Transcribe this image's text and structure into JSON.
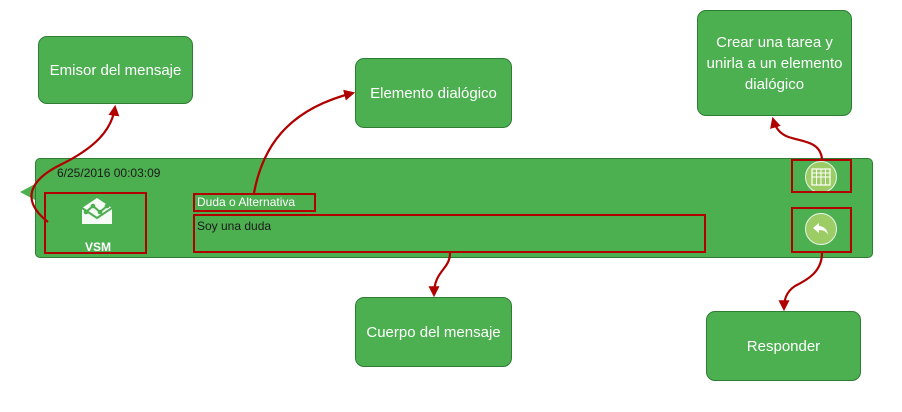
{
  "callouts": {
    "emisor": "Emisor del mensaje",
    "elemento": "Elemento dialógico",
    "crear": "Crear una tarea y unirla a un elemento dialógico",
    "cuerpo": "Cuerpo del mensaje",
    "responder": "Responder"
  },
  "message": {
    "timestamp": "6/25/2016 00:03:09",
    "sender": "VSM",
    "dialog_element": "Duda o Alternativa",
    "body": "Soy una duda"
  },
  "icons": {
    "sender_logo": "vsm-logo-icon",
    "task": "task-grid-icon",
    "reply": "reply-arrow-icon"
  },
  "colors": {
    "callout_green": "#4caf50",
    "highlight_red": "#b00000",
    "arrow_red": "#b00000",
    "button_green": "#9ccc65"
  }
}
